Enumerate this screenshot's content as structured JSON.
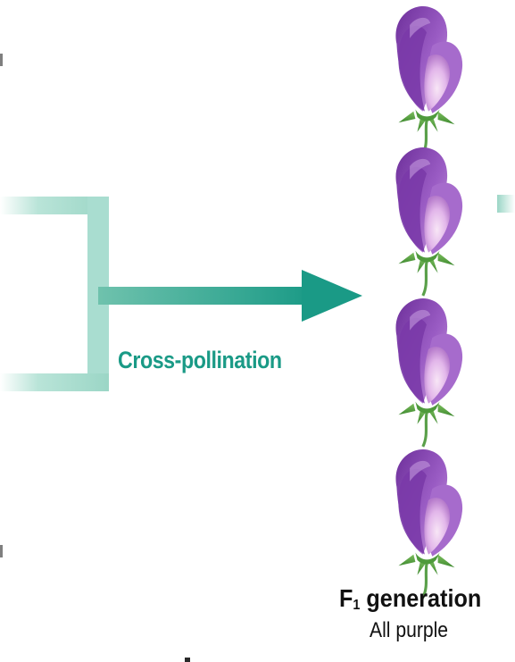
{
  "cross_label": "Cross-pollination",
  "generation": {
    "letter": "F",
    "subscript": "1",
    "word": " generation",
    "description": "All purple"
  },
  "colors": {
    "bracket": "#a9ddd0",
    "arrow": "#1a9a86",
    "petal": "#8a4bb3",
    "petal_light": "#e6c7ee",
    "sepal": "#4b9a3a"
  },
  "flowers": {
    "count": 4,
    "color_name": "purple"
  }
}
